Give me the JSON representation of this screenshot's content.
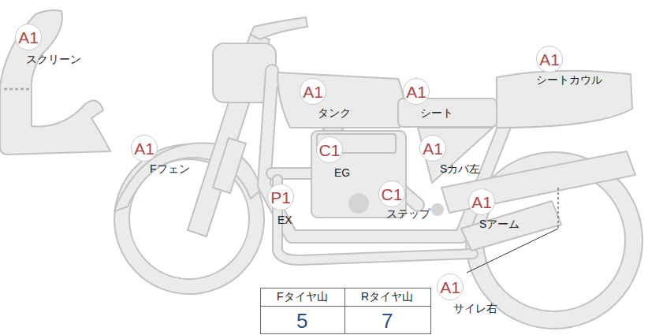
{
  "diagram": {
    "nodes": [
      {
        "text": [
          "A1",
          "スクリーン"
        ]
      },
      {
        "text": [
          "A1",
          "シートカウル"
        ]
      },
      {
        "text": [
          "A1",
          "タンク"
        ]
      },
      {
        "text": [
          "A1",
          "シート"
        ]
      },
      {
        "text": [
          "A1",
          "Fフェン"
        ]
      },
      {
        "text": [
          "C1",
          "EG"
        ]
      },
      {
        "text": [
          "A1",
          "Sカバ左"
        ]
      },
      {
        "text": [
          "P1",
          "EX"
        ]
      },
      {
        "text": [
          "C1",
          "ステップ"
        ]
      },
      {
        "text": [
          "A1",
          "Sアーム"
        ]
      },
      {
        "text": [
          "A1",
          "サイレ右"
        ]
      }
    ],
    "labels": [
      "Fタイヤ山",
      "Rタイヤ山",
      "5",
      "7"
    ]
  }
}
